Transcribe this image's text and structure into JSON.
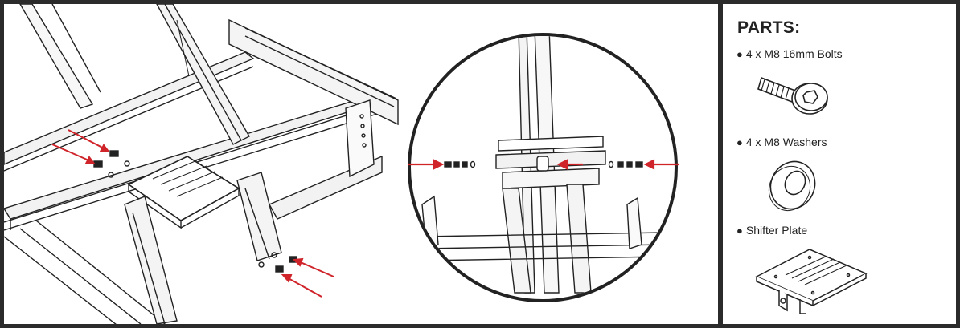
{
  "parts_panel": {
    "title": "PARTS:",
    "items": [
      {
        "label": "4 x M8 16mm Bolts",
        "icon": "bolt-icon"
      },
      {
        "label": "4 x M8 Washers",
        "icon": "washer-icon"
      },
      {
        "label": "Shifter Plate",
        "icon": "shifter-plate-icon"
      }
    ]
  },
  "colors": {
    "border": "#2b2b2b",
    "arrow": "#d0242b",
    "line": "#222222"
  }
}
